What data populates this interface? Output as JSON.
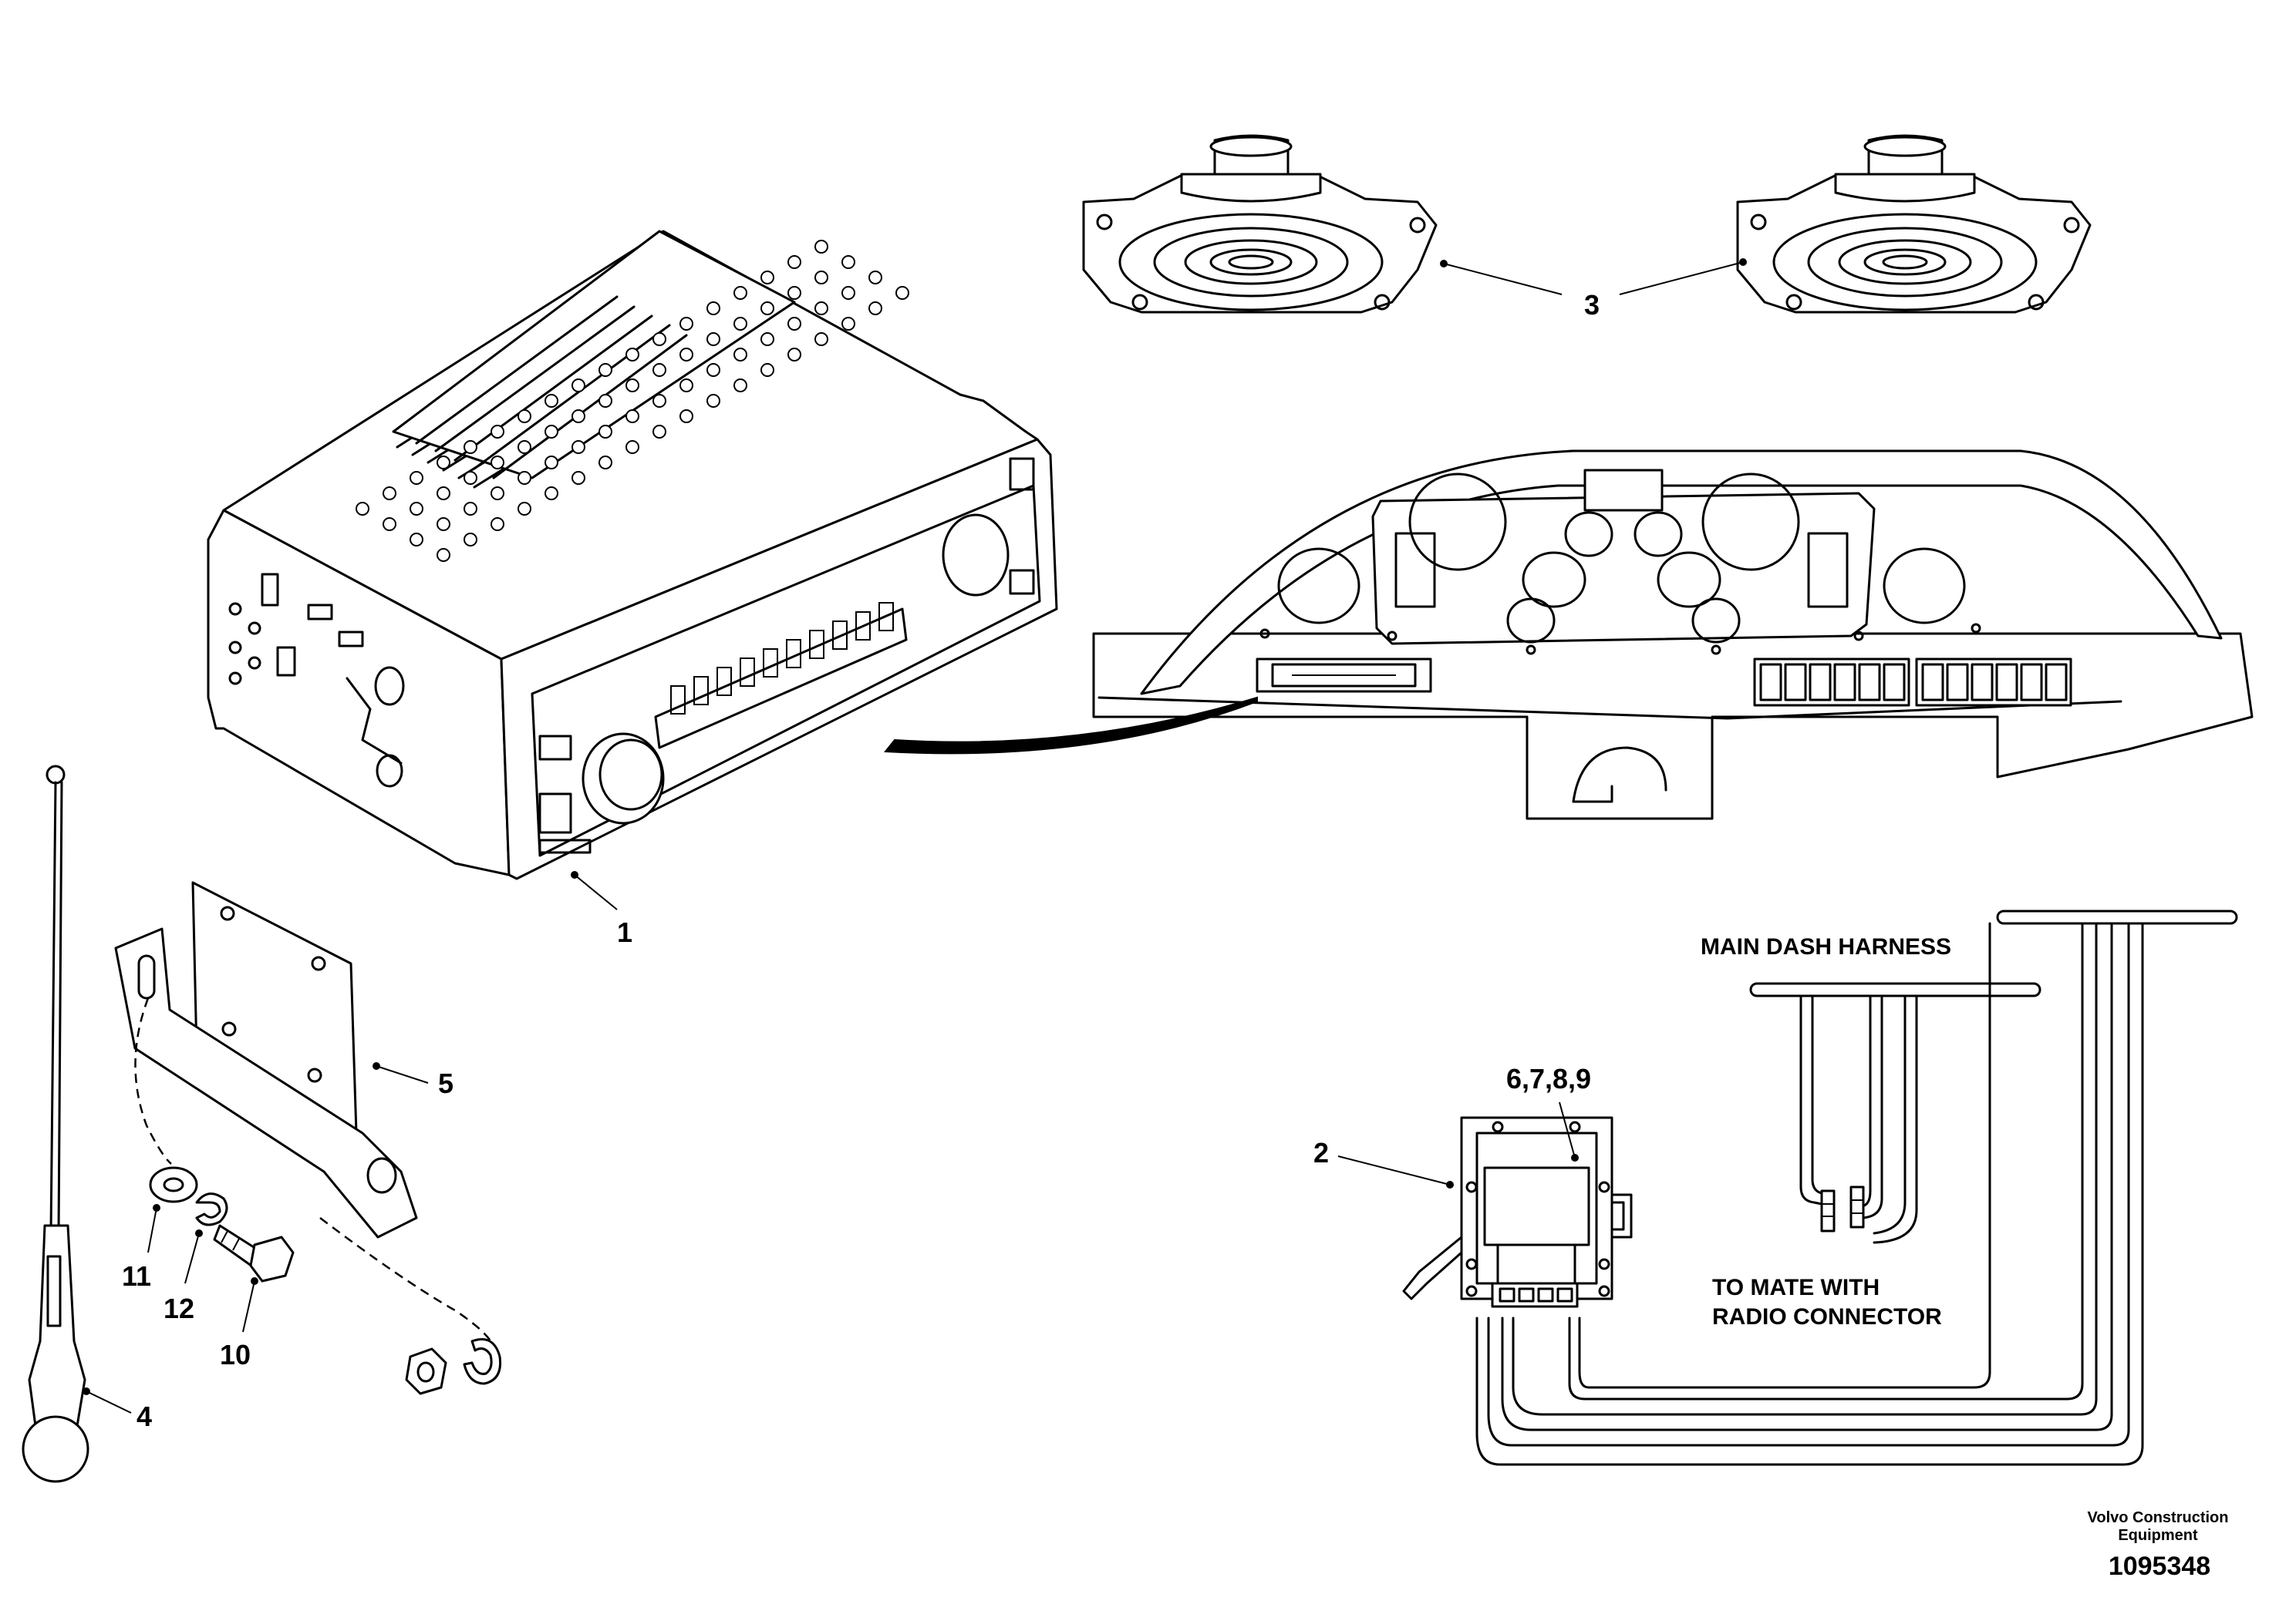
{
  "callouts": {
    "radio": "1",
    "adapter": "2",
    "speakers": "3",
    "antenna": "4",
    "bracket": "5",
    "hardware": "6,7,8,9",
    "screw": "10",
    "washer_flat": "11",
    "washer_lock": "12"
  },
  "labels": {
    "main_dash_harness": "MAIN DASH HARNESS",
    "mate_line1": "TO MATE WITH",
    "mate_line2": "RADIO CONNECTOR"
  },
  "footer": {
    "company_line1": "Volvo Construction",
    "company_line2": "Equipment",
    "doc_number": "1095348"
  }
}
